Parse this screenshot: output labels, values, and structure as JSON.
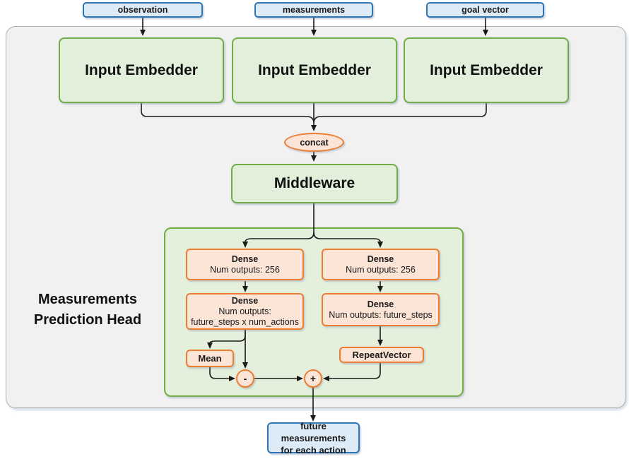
{
  "colors": {
    "blue_border": "#2E75B6",
    "blue_fill": "#DDEBF7",
    "green_border": "#70AD47",
    "green_fill": "#E2EFDA",
    "orange_border": "#ED7D31",
    "orange_fill": "#FCE4D6",
    "panel_fill": "#F1F1F2",
    "panel_border": "#AFAFB2",
    "line": "#1A1A1A"
  },
  "inputs": [
    {
      "label": "observation"
    },
    {
      "label": "measurements"
    },
    {
      "label": "goal vector"
    }
  ],
  "embedders": [
    {
      "label": "Input Embedder"
    },
    {
      "label": "Input Embedder"
    },
    {
      "label": "Input Embedder"
    }
  ],
  "concat": {
    "label": "concat"
  },
  "middleware": {
    "label": "Middleware"
  },
  "head": {
    "title_line1": "Measurements",
    "title_line2": "Prediction Head",
    "left": {
      "dense1_name": "Dense",
      "dense1_detail": "Num outputs: 256",
      "dense2_name": "Dense",
      "dense2_detail1": "Num outputs:",
      "dense2_detail2": "future_steps x num_actions",
      "mean": "Mean",
      "minus": "-"
    },
    "right": {
      "dense1_name": "Dense",
      "dense1_detail": "Num outputs: 256",
      "dense2_name": "Dense",
      "dense2_detail": "Num outputs: future_steps",
      "repeat": "RepeatVector",
      "plus": "+"
    }
  },
  "output": {
    "line1": "future measurements",
    "line2": "for each action"
  }
}
